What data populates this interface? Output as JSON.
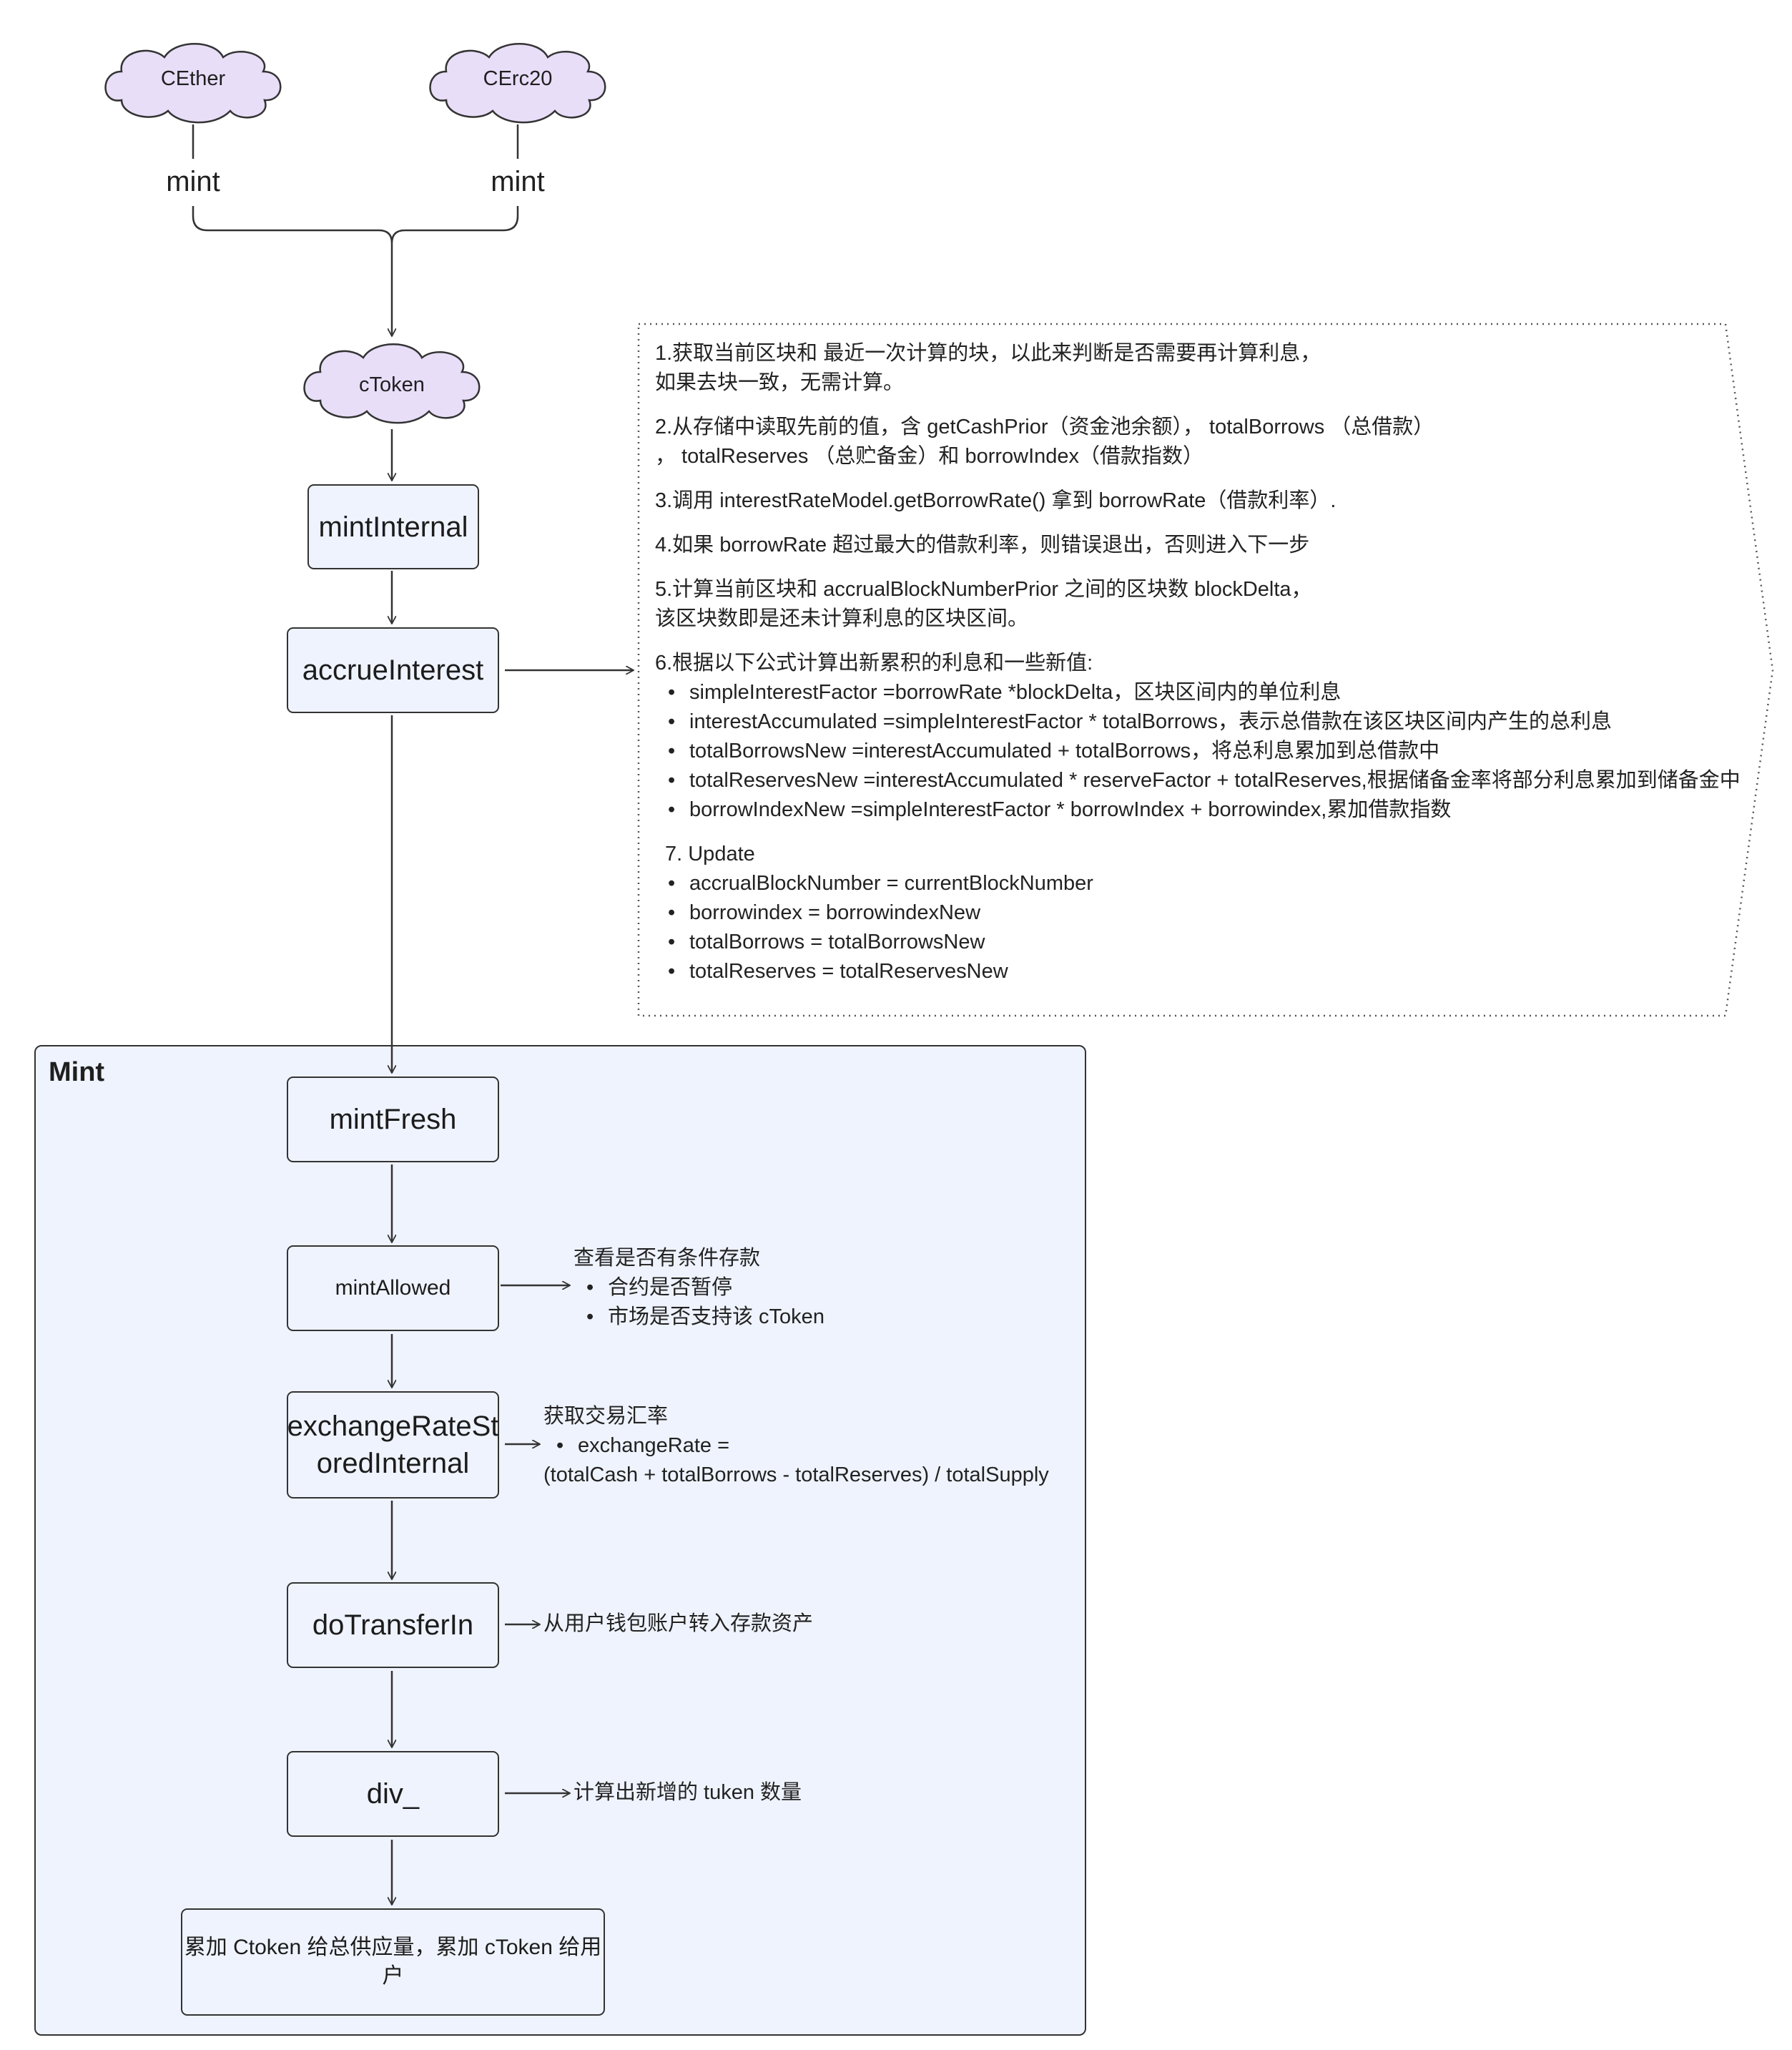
{
  "clouds": [
    {
      "id": "cether",
      "label": "CEther"
    },
    {
      "id": "cerc20",
      "label": "CErc20"
    },
    {
      "id": "ctoken",
      "label": "cToken"
    }
  ],
  "edge_labels": {
    "left_mint": "mint",
    "right_mint": "mint"
  },
  "nodes": {
    "mintInternal": "mintInternal",
    "accrueInterest": "accrueInterest",
    "mintFresh": "mintFresh",
    "mintAllowed": "mintAllowed",
    "exchangeRate_line1": "exchangeRateSt",
    "exchangeRate_line2": "oredInternal",
    "doTransferIn": "doTransferIn",
    "div": "div_",
    "final_line1": "累加  Ctoken 给总供应量，累加 cToken 给用",
    "final_line2": "户"
  },
  "group": {
    "title": "Mint"
  },
  "accrue_info": {
    "p1": [
      "1.获取当前区块和 最近一次计算的块，以此来判断是否需要再计算利息，",
      "如果去块一致，无需计算。"
    ],
    "p2": [
      "2.从存储中读取先前的值，含 getCashPrior（资金池余额）， totalBorrows （总借款）",
      "，  totalReserves （总贮备金）和 borrowIndex（借款指数）"
    ],
    "p3": "3.调用 interestRateModel.getBorrowRate() 拿到 borrowRate（借款利率）.",
    "p4": "4.如果 borrowRate 超过最大的借款利率，则错误退出，否则进入下一步",
    "p5": [
      "5.计算当前区块和 accrualBlockNumberPrior 之间的区块数 blockDelta，",
      "该区块数即是还未计算利息的区块区间。"
    ],
    "p6_title": "6.根据以下公式计算出新累积的利息和一些新值:",
    "p6_items": [
      "simpleInterestFactor =borrowRate *blockDelta，区块区间内的单位利息",
      "interestAccumulated =simpleInterestFactor * totalBorrows，表示总借款在该区块区间内产生的总利息",
      "totalBorrowsNew =interestAccumulated + totalBorrows，将总利息累加到总借款中",
      "totalReservesNew =interestAccumulated * reserveFactor + totalReserves,根据储备金率将部分利息累加到储备金中",
      "borrowIndexNew =simpleInterestFactor * borrowIndex + borrowindex,累加借款指数"
    ],
    "p7_title": "7. Update",
    "p7_items": [
      "accrualBlockNumber = currentBlockNumber",
      "borrowindex = borrowindexNew",
      "totalBorrows = totalBorrowsNew",
      "totalReserves = totalReservesNew"
    ]
  },
  "notes": {
    "mintAllowed": {
      "title": "查看是否有条件存款",
      "items": [
        "合约是否暂停",
        "市场是否支持该 cToken"
      ]
    },
    "exchangeRate": {
      "title": "获取交易汇率",
      "item": "exchangeRate =",
      "formula": "(totalCash + totalBorrows - totalReserves) / totalSupply"
    },
    "doTransferIn": "从用户钱包账户转入存款资产",
    "div": "计算出新增的 tuken 数量"
  },
  "colors": {
    "cloud_fill": "#e8def8",
    "node_fill": "#eff3fd",
    "stroke": "#333333"
  }
}
